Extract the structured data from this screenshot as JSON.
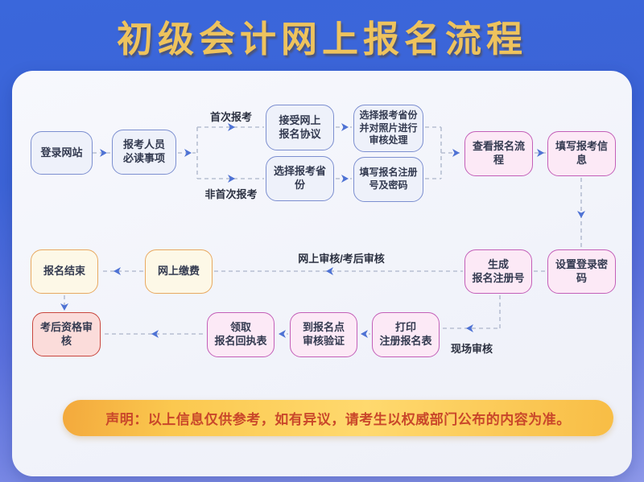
{
  "header": {
    "title": "初级会计网上报名流程"
  },
  "nodes": {
    "login": "登录网站",
    "must_read": "报考人员\n必读事项",
    "accept_agreement": "接受网上\n报名协议",
    "select_province": "选择报考省份",
    "province_photo": "选择报考省份\n并对照片进行\n审核处理",
    "fill_reg_number": "填写报名注册\n号及密码",
    "view_process": "查看报名流程",
    "fill_info": "填写报考信息",
    "set_password": "设置登录密码",
    "generate_reg_number": "生成\n报名注册号",
    "pay_online": "网上缴费",
    "reg_end": "报名结束",
    "post_exam_review": "考后资格审核",
    "receive_receipt": "领取\n报名回执表",
    "verify_at_point": "到报名点\n审核验证",
    "print_form": "打印\n注册报名表"
  },
  "edge_labels": {
    "first_time": "首次报考",
    "non_first_time": "非首次报考",
    "online_or_post_review": "网上审核/考后审核",
    "onsite_review": "现场审核"
  },
  "disclaimer": "声明：以上信息仅供参考，如有异议，请考生以权威部门公布的内容为准。",
  "colors": {
    "background_top": "#3a67db",
    "background_bottom": "#8d98e9",
    "title_gold": "#eec35d",
    "card_bg": "#f3f5fb",
    "node_blue_border": "#7c8fd0",
    "node_blue_fill": "#eef1fa",
    "node_pink_border": "#c35fb8",
    "node_pink_fill": "#fce9f6",
    "node_cream_border": "#e8a960",
    "node_cream_fill": "#fdf8e7",
    "node_red_border": "#c9463d",
    "node_red_fill": "#fbdcda",
    "connector_dash": "#b7bfd2",
    "arrowhead_blue": "#4e72d4",
    "banner_gold": "#fbc84f",
    "banner_text_red": "#c9472a"
  }
}
